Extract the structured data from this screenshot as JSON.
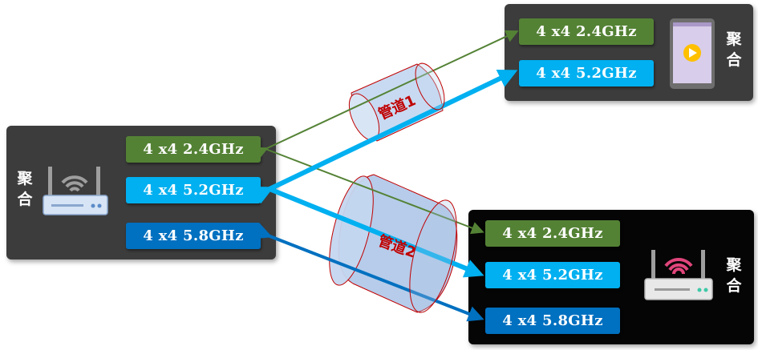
{
  "panels": {
    "left": {
      "label_line1": "聚",
      "label_line2": "合",
      "bands": [
        "4 x4 2.4GHz",
        "4 x4 5.2GHz",
        "4 x4 5.8GHz"
      ]
    },
    "top_right": {
      "label_line1": "聚",
      "label_line2": "合",
      "bands": [
        "4 x4 2.4GHz",
        "4 x4 5.2GHz"
      ]
    },
    "bottom_right": {
      "label_line1": "聚",
      "label_line2": "合",
      "bands": [
        "4 x4 2.4GHz",
        "4 x4 5.2GHz",
        "4 x4 5.8GHz"
      ]
    }
  },
  "pipes": {
    "pipe1": "管道1",
    "pipe2": "管道2"
  },
  "icons": {
    "left_device": "wifi-router-icon",
    "top_right_device": "tablet-play-icon",
    "bottom_right_device": "wifi-router-icon"
  },
  "colors": {
    "band_2_4": "#548235",
    "band_5_2": "#00b0f0",
    "band_5_8": "#0070c0",
    "pipe_label": "#c00000"
  }
}
